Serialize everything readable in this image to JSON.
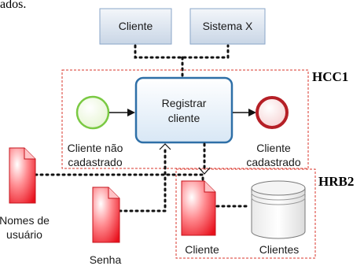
{
  "top_fragment": "ados.",
  "participants": [
    {
      "label": "Cliente"
    },
    {
      "label": "Sistema X"
    }
  ],
  "groups": {
    "hcc": {
      "label": "HCC1"
    },
    "hrb": {
      "label": "HRB2"
    }
  },
  "events": {
    "start": {
      "label_line1": "Cliente não",
      "label_line2": "cadastrado",
      "color": "#7ac943"
    },
    "end": {
      "label_line1": "Cliente",
      "label_line2": "cadastrado",
      "color": "#c0272d"
    }
  },
  "task": {
    "label_line1": "Registrar",
    "label_line2": "cliente",
    "border": "#2e6fa7"
  },
  "data_objects": {
    "nomes": {
      "label_line1": "Nomes de",
      "label_line2": "usuário"
    },
    "senha": {
      "label": "Senha"
    },
    "cliente": {
      "label": "Cliente"
    }
  },
  "data_store": {
    "label": "Clientes"
  },
  "colors": {
    "participant_fill": "#dfe7f1",
    "participant_border": "#8aa6c8",
    "doc_fill": "#f01f2a",
    "group_border": "#d9342b"
  }
}
